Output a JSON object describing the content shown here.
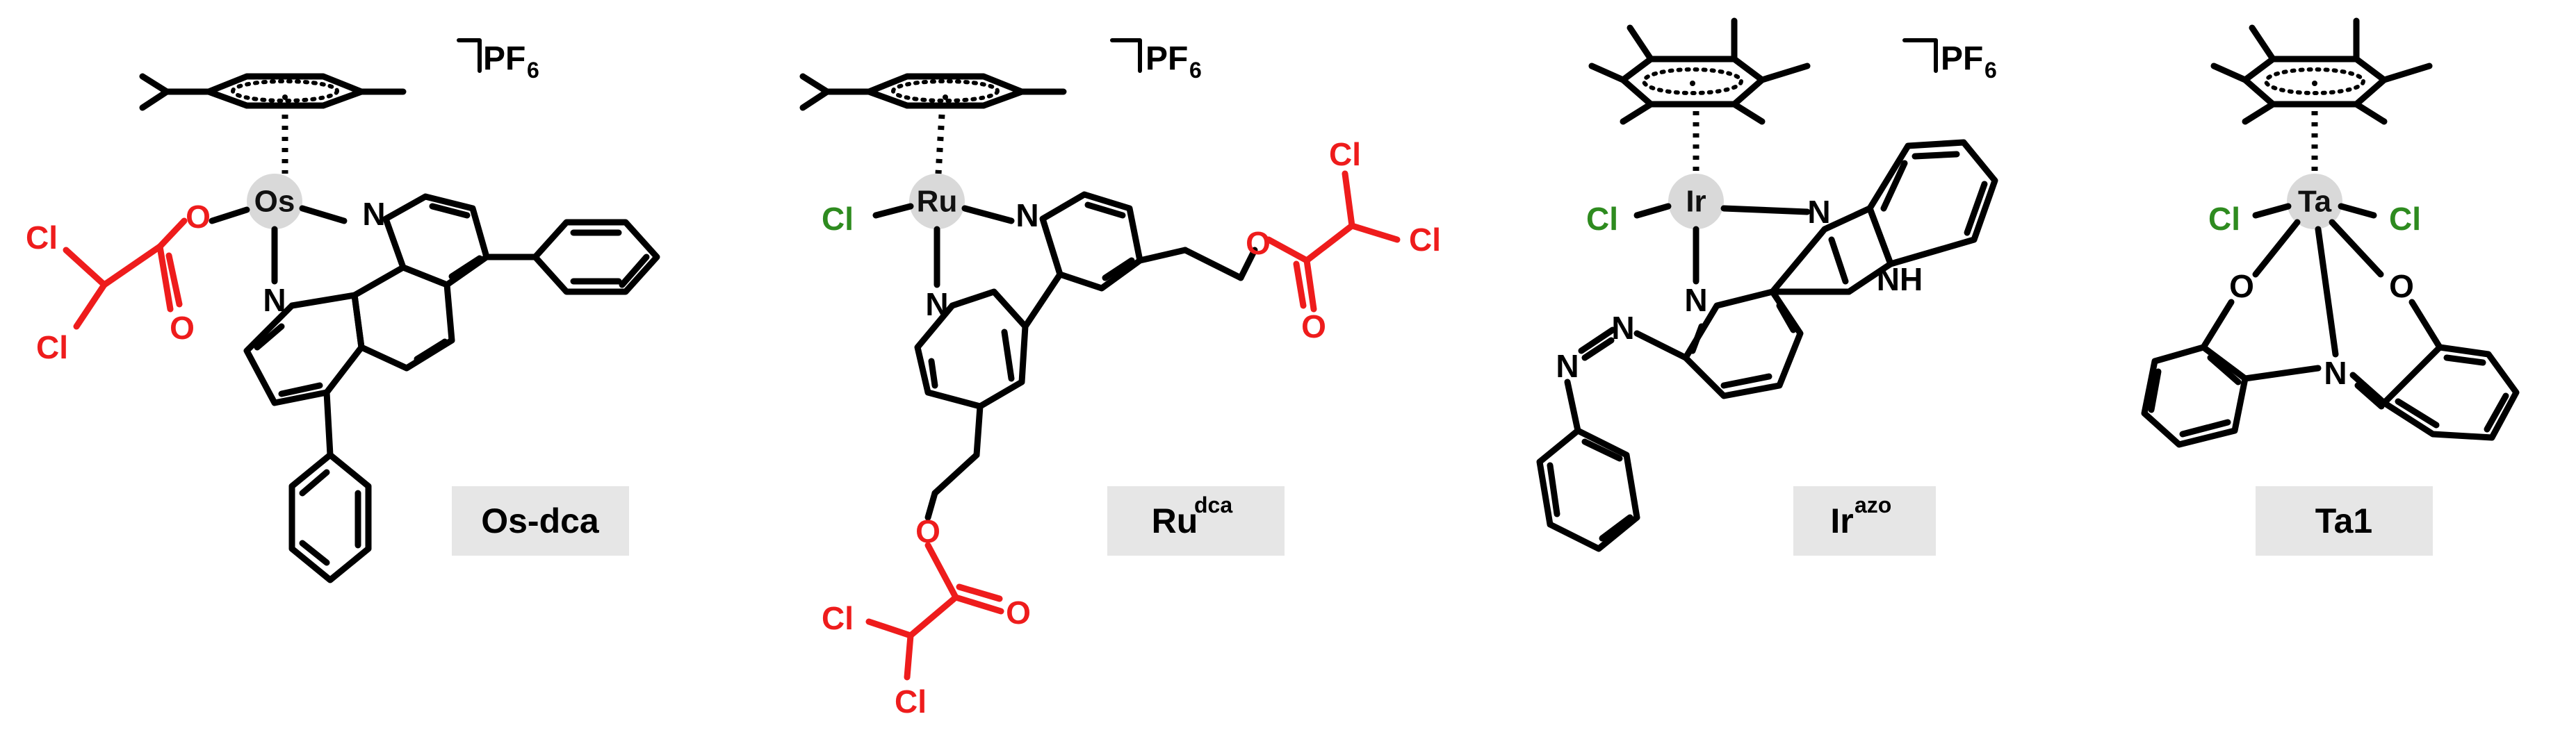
{
  "compounds": [
    {
      "id": "os",
      "metal": "Os",
      "label": "Os-dca",
      "label_sup": "",
      "counterion": "PF",
      "counterion_sub": "6"
    },
    {
      "id": "ru",
      "metal": "Ru",
      "label": "Ru",
      "label_sup": "dca",
      "counterion": "PF",
      "counterion_sub": "6"
    },
    {
      "id": "ir",
      "metal": "Ir",
      "label": "Ir",
      "label_sup": "azo",
      "counterion": "PF",
      "counterion_sub": "6"
    },
    {
      "id": "ta",
      "metal": "Ta",
      "label": "Ta1",
      "label_sup": "",
      "counterion": "",
      "counterion_sub": ""
    }
  ],
  "atoms": {
    "n": "N",
    "o": "O",
    "cl": "Cl",
    "nh": "NH"
  },
  "colors": {
    "chloride_ligand": "#2e8b1f",
    "dca_ester": "#ee1c1c",
    "metal_disc": "#d9d9d9",
    "label_box": "#e6e6e6"
  }
}
